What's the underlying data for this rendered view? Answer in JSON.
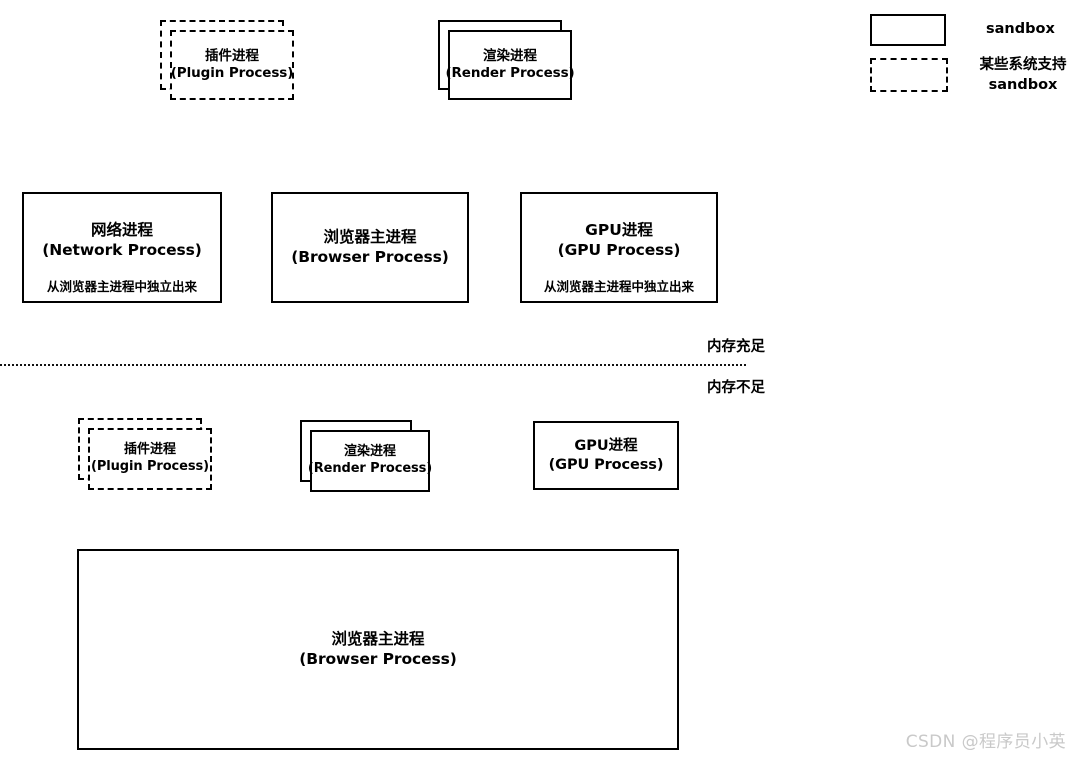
{
  "diagram": {
    "title_hidden": "Chrome multi-process architecture (sandbox / memory conditions)",
    "legend": {
      "items": [
        {
          "style": "solid",
          "label": "sandbox",
          "swatch_name": "legend-swatch-solid"
        },
        {
          "style": "dashed",
          "label": "某些系统支持\nsandbox",
          "swatch_name": "legend-swatch-dashed"
        }
      ]
    },
    "divider": {
      "label_above": "内存充足",
      "label_below": "内存不足"
    },
    "top_row": [
      {
        "id": "plugin-process-top",
        "title_cn": "插件进程",
        "title_en": "(Plugin Process)",
        "style": "dashed",
        "stacked": true,
        "subtitle": ""
      },
      {
        "id": "render-process-top",
        "title_cn": "渲染进程",
        "title_en": "(Render Process)",
        "style": "solid",
        "stacked": true,
        "subtitle": ""
      }
    ],
    "middle_row": [
      {
        "id": "network-process",
        "title_cn": "网络进程",
        "title_en": "(Network Process)",
        "style": "solid",
        "stacked": false,
        "subtitle": "从浏览器主进程中独立出来"
      },
      {
        "id": "browser-process-middle",
        "title_cn": "浏览器主进程",
        "title_en": "(Browser Process)",
        "style": "solid",
        "stacked": false,
        "subtitle": ""
      },
      {
        "id": "gpu-process-middle",
        "title_cn": "GPU进程",
        "title_en": "(GPU Process)",
        "style": "solid",
        "stacked": false,
        "subtitle": "从浏览器主进程中独立出来"
      }
    ],
    "lower_row": [
      {
        "id": "plugin-process-low",
        "title_cn": "插件进程",
        "title_en": "(Plugin Process)",
        "style": "dashed",
        "stacked": true,
        "subtitle": ""
      },
      {
        "id": "render-process-low",
        "title_cn": "渲染进程",
        "title_en": "(Render Process)",
        "style": "solid",
        "stacked": true,
        "subtitle": ""
      },
      {
        "id": "gpu-process-low",
        "title_cn": "GPU进程",
        "title_en": "(GPU Process)",
        "style": "solid",
        "stacked": false,
        "subtitle": ""
      }
    ],
    "bottom_row": [
      {
        "id": "browser-process-big",
        "title_cn": "浏览器主进程",
        "title_en": "(Browser Process)",
        "style": "solid",
        "stacked": false,
        "subtitle": ""
      }
    ],
    "watermark": "CSDN @程序员小英",
    "colors": {
      "stroke": "#000000",
      "background": "#ffffff",
      "watermark": "#c9c9c9"
    }
  }
}
